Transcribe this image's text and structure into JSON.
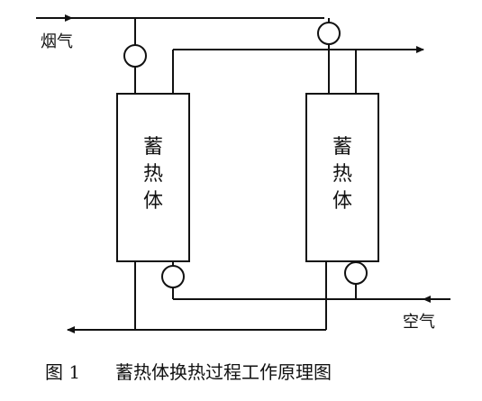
{
  "labels": {
    "flue_gas": "烟气",
    "air": "空气"
  },
  "blocks": {
    "left": [
      "蓄",
      "热",
      "体"
    ],
    "right": [
      "蓄",
      "热",
      "体"
    ]
  },
  "caption": {
    "figure_no": "图 1",
    "title": "蓄热体换热过程工作原理图"
  }
}
